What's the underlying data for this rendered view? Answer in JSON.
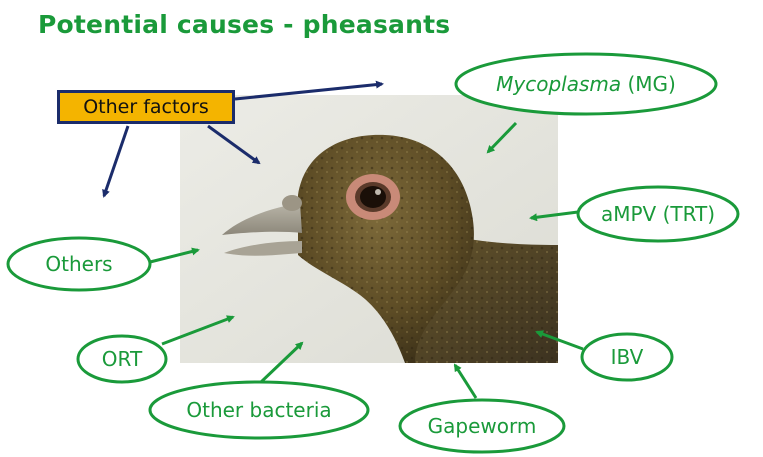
{
  "title": "Potential causes - pheasants",
  "factor_box": {
    "label": "Other factors"
  },
  "ovals": {
    "mycoplasma": {
      "italic": "Mycoplasma",
      "rest": " (MG)"
    },
    "ampv": {
      "label": "aMPV (TRT)"
    },
    "others": {
      "label": "Others"
    },
    "ort": {
      "label": "ORT"
    },
    "ibv": {
      "label": "IBV"
    },
    "other_bacteria": {
      "label": "Other bacteria"
    },
    "gapeworm": {
      "label": "Gapeworm"
    }
  },
  "photo": {
    "subject": "pheasant head and neck, side view"
  },
  "colors": {
    "green": "#1a9a3a",
    "navy": "#1b2c6b",
    "box_fill": "#f4b400"
  }
}
